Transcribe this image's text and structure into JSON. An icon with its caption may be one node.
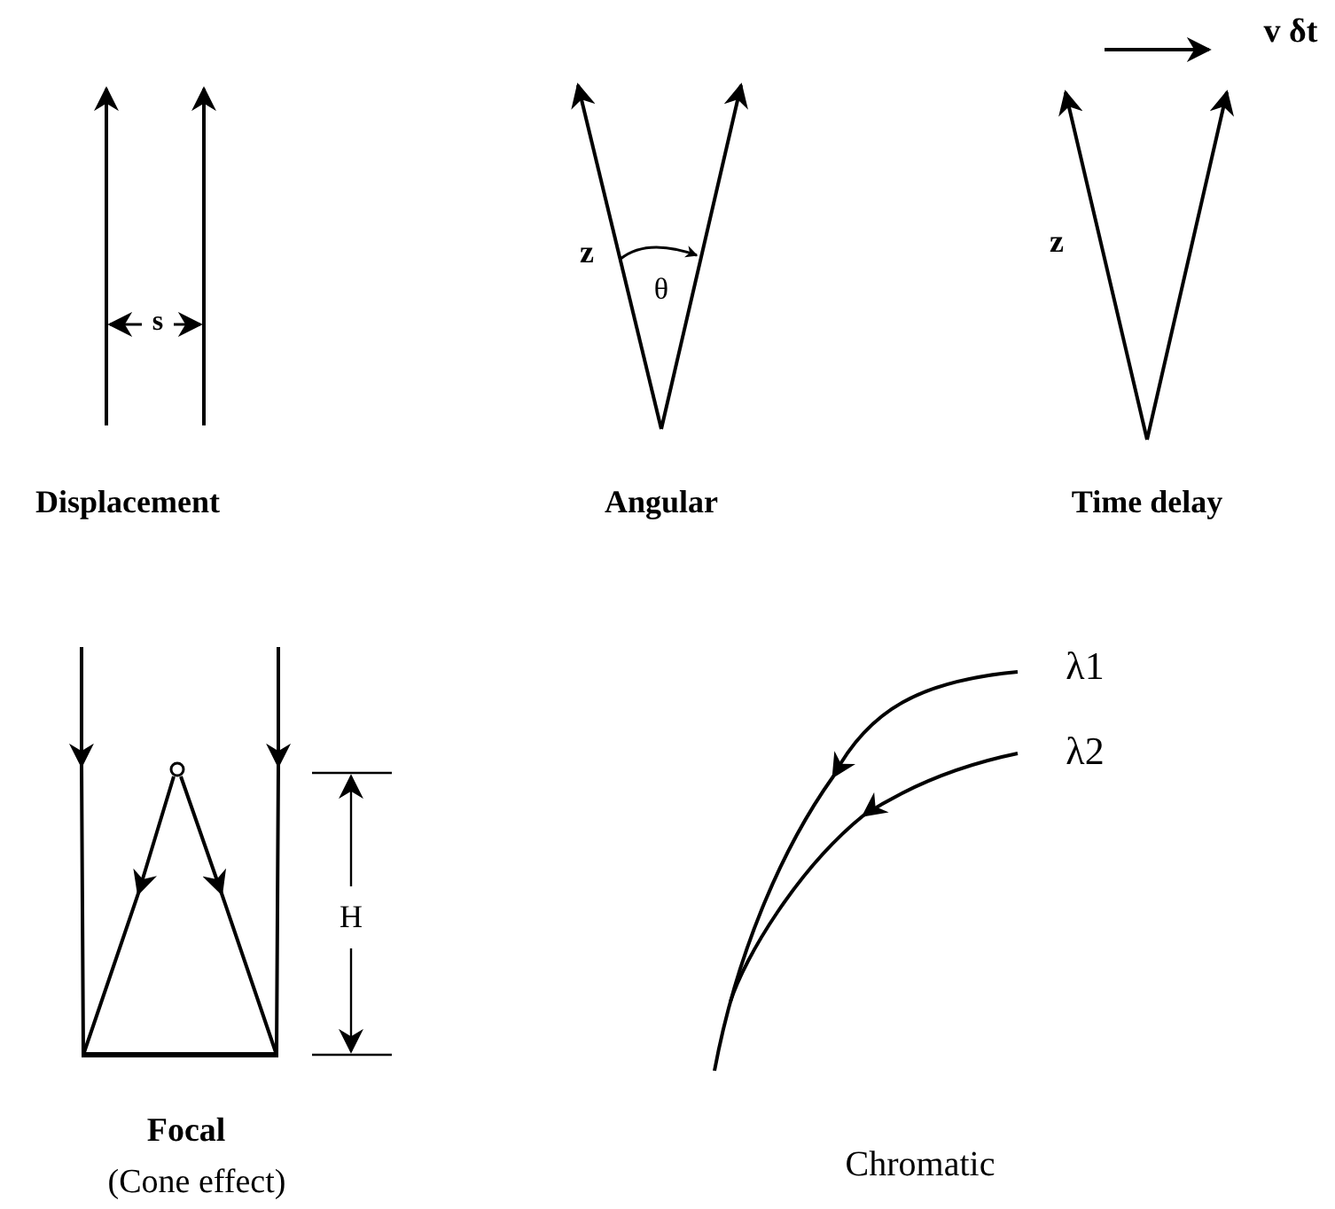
{
  "diagram": {
    "labels": [
      "v δt",
      "z",
      "z",
      "θ",
      "s",
      "Displacement",
      "Angular",
      "Time delay",
      "λ1",
      "λ2",
      "H",
      "Focal",
      "(Cone effect)",
      "Chromatic"
    ]
  }
}
